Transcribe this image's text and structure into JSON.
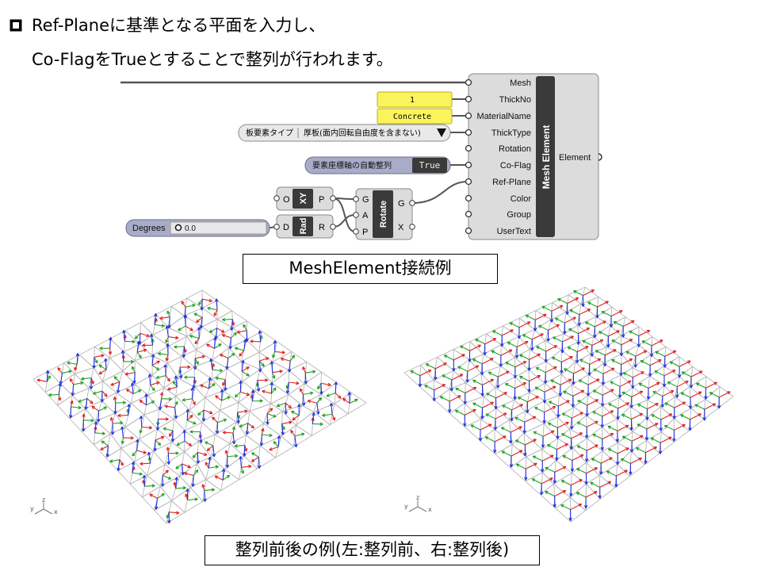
{
  "heading": {
    "line1": "Ref-Planeに基準となる平面を入力し、",
    "line2": "Co-FlagをTrueとすることで整列が行われます。"
  },
  "grasshopper": {
    "panel_thickno": "1",
    "panel_material": "Concrete",
    "valuelist_name": "板要素タイプ",
    "valuelist_value": "厚板(面内回転自由度を含まない)",
    "toggle_name": "要素座標軸の自動整列",
    "toggle_value": "True",
    "mesh_element": {
      "title": "Mesh Element",
      "inputs": [
        "Mesh",
        "ThickNo",
        "MaterialName",
        "ThickType",
        "Rotation",
        "Co-Flag",
        "Ref-Plane",
        "Color",
        "Group",
        "UserText"
      ],
      "output": "Element"
    },
    "xy_plane": {
      "input": "O",
      "title": "XY",
      "output": "P"
    },
    "radians": {
      "input": "D",
      "title": "Rad",
      "output": "R"
    },
    "rotate": {
      "inputs": [
        "G",
        "A",
        "P"
      ],
      "title": "Rotate",
      "outputs": [
        "G",
        "X"
      ]
    },
    "slider": {
      "name": "Degrees",
      "value": "0.0"
    }
  },
  "caption_top": "MeshElement接続例",
  "caption_bottom": "整列前後の例(左:整列前、右:整列後)",
  "axis_gizmo": {
    "y": "y",
    "z": "z",
    "x": "x"
  },
  "colors": {
    "yellow_panel": "#fbf35a",
    "component": "#dcdcdc",
    "dark": "#3a3a3a",
    "axis_x": "#e02020",
    "axis_y": "#22a022",
    "axis_z": "#2030e0"
  }
}
